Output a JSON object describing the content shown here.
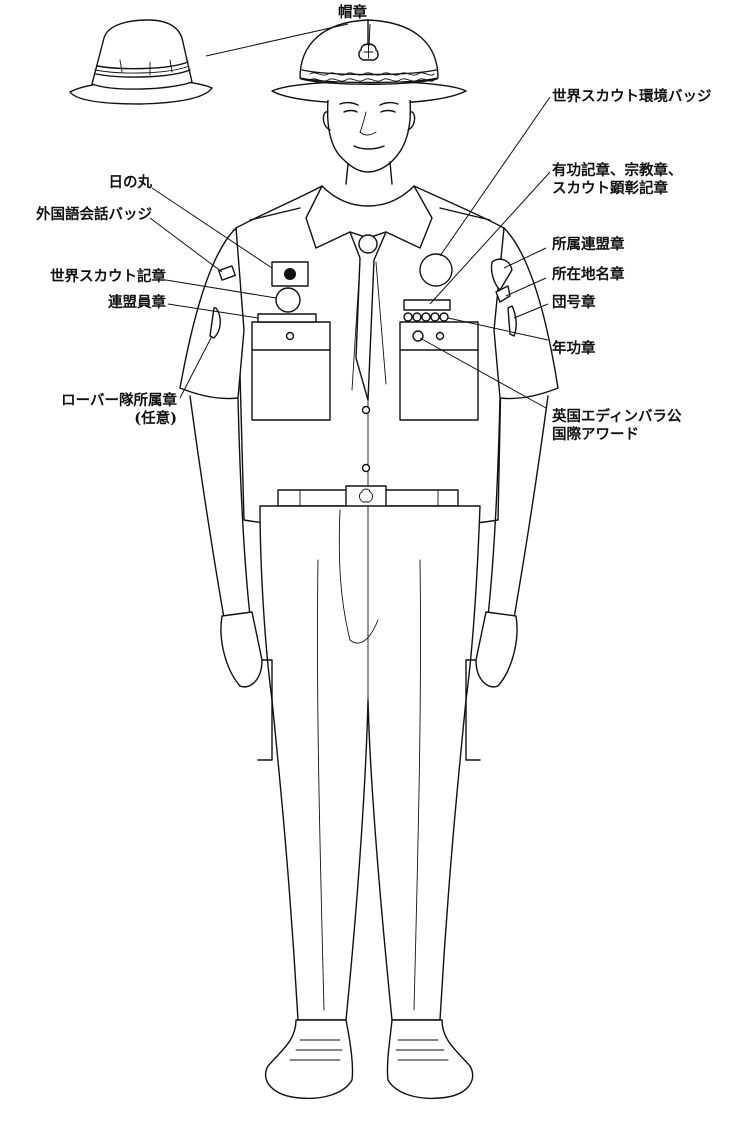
{
  "labels": {
    "hat_badge": "帽章",
    "world_env_badge": "世界スカウト環境バッジ",
    "merit_badges_1": "有功記章、宗教章、",
    "merit_badges_2": "スカウト顕彰記章",
    "hinomaru": "日の丸",
    "foreign_lang_badge": "外国語会話バッジ",
    "federation_badge": "所属連盟章",
    "location_badge": "所在地名章",
    "troop_number_badge": "団号章",
    "world_scout_emblem": "世界スカウト記章",
    "federation_member_badge": "連盟員章",
    "service_stars": "年功章",
    "rover_badge_1": "ローバー隊所属章",
    "rover_badge_2": "(任意)",
    "duke_award_1": "英国エディンバラ公",
    "duke_award_2": "国際アワード"
  }
}
